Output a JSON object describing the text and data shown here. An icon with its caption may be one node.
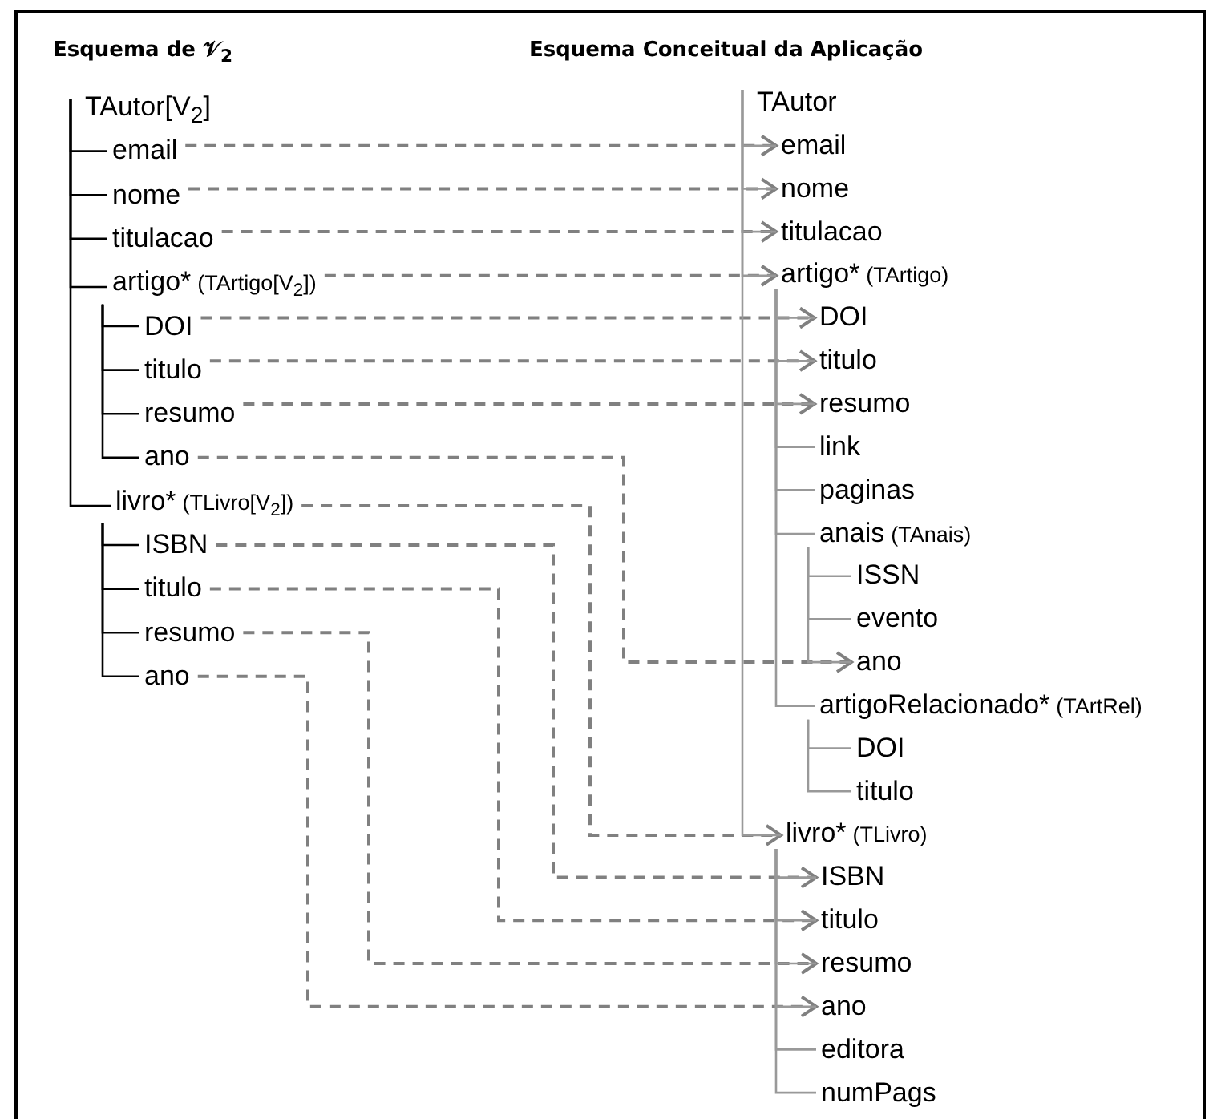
{
  "diagram": {
    "nodes": [
      {
        "text": [
          "TAutor[V$_{2}$]"
        ]
      },
      {
        "text": [
          "email"
        ]
      },
      {
        "text": [
          "nome"
        ]
      },
      {
        "text": [
          "titulacao"
        ]
      },
      {
        "text": [
          "artigo*",
          "(TArtigo[V$_{2}$])"
        ]
      },
      {
        "text": [
          "DOI"
        ]
      },
      {
        "text": [
          "titulo"
        ]
      },
      {
        "text": [
          "resumo"
        ]
      },
      {
        "text": [
          "ano"
        ]
      },
      {
        "text": [
          "livro*",
          "(TLivro[V$_{2}$])"
        ]
      },
      {
        "text": [
          "ISBN"
        ]
      },
      {
        "text": [
          "titulo"
        ]
      },
      {
        "text": [
          "resumo"
        ]
      },
      {
        "text": [
          "ano"
        ]
      },
      {
        "text": [
          "TAutor"
        ]
      },
      {
        "text": [
          "email"
        ]
      },
      {
        "text": [
          "nome"
        ]
      },
      {
        "text": [
          "titulacao"
        ]
      },
      {
        "text": [
          "artigo*",
          "(TArtigo)"
        ]
      },
      {
        "text": [
          "DOI"
        ]
      },
      {
        "text": [
          "titulo"
        ]
      },
      {
        "text": [
          "resumo"
        ]
      },
      {
        "text": [
          "link"
        ]
      },
      {
        "text": [
          "paginas"
        ]
      },
      {
        "text": [
          "anais",
          "(TAnais)"
        ]
      },
      {
        "text": [
          "ISSN"
        ]
      },
      {
        "text": [
          "evento"
        ]
      },
      {
        "text": [
          "ano"
        ]
      },
      {
        "text": [
          "artigoRelacionado*",
          "(TArtRel)"
        ]
      },
      {
        "text": [
          "DOI"
        ]
      },
      {
        "text": [
          "titulo"
        ]
      },
      {
        "text": [
          "livro*",
          "(TLivro)"
        ]
      },
      {
        "text": [
          "ISBN"
        ]
      },
      {
        "text": [
          "titulo"
        ]
      },
      {
        "text": [
          "resumo"
        ]
      },
      {
        "text": [
          "ano"
        ]
      },
      {
        "text": [
          "editora"
        ]
      },
      {
        "text": [
          "numPags"
        ]
      }
    ],
    "edges": [
      {
        "from": 1,
        "to": 15,
        "arrow": "to",
        "style": "dashed",
        "color": "#808080"
      },
      {
        "from": 2,
        "to": 16,
        "arrow": "to",
        "style": "dashed",
        "color": "#808080"
      },
      {
        "from": 3,
        "to": 17,
        "arrow": "to",
        "style": "dashed",
        "color": "#808080"
      },
      {
        "from": 4,
        "to": 18,
        "arrow": "to",
        "style": "dashed",
        "color": "#808080"
      },
      {
        "from": 5,
        "to": 19,
        "arrow": "to",
        "style": "dashed",
        "color": "#808080"
      },
      {
        "from": 6,
        "to": 20,
        "arrow": "to",
        "style": "dashed",
        "color": "#808080"
      },
      {
        "from": 7,
        "to": 21,
        "arrow": "to",
        "style": "dashed",
        "color": "#808080"
      },
      {
        "from": 8,
        "to": 27,
        "arrow": "to",
        "style": "dashed",
        "color": "#808080"
      },
      {
        "from": 9,
        "to": 31,
        "arrow": "to",
        "style": "dashed",
        "color": "#808080"
      },
      {
        "from": 10,
        "to": 32,
        "arrow": "to",
        "style": "dashed",
        "color": "#808080"
      },
      {
        "from": 11,
        "to": 33,
        "arrow": "to",
        "style": "dashed",
        "color": "#808080"
      },
      {
        "from": 12,
        "to": 34,
        "arrow": "to",
        "style": "dashed",
        "color": "#808080"
      },
      {
        "from": 13,
        "to": 35,
        "arrow": "to",
        "style": "dashed",
        "color": "#808080"
      },
      {
        "from": 0,
        "to": 1,
        "arrow": "none",
        "color": "#000000"
      },
      {
        "from": 0,
        "to": 2,
        "arrow": "none",
        "color": "#000000"
      },
      {
        "from": 0,
        "to": 3,
        "arrow": "none",
        "color": "#000000"
      },
      {
        "from": 0,
        "to": 4,
        "arrow": "none",
        "color": "#000000"
      },
      {
        "from": 4,
        "to": 5,
        "arrow": "none",
        "color": "#000000"
      },
      {
        "from": 4,
        "to": 6,
        "arrow": "none",
        "color": "#000000"
      },
      {
        "from": 4,
        "to": 7,
        "arrow": "none",
        "color": "#000000"
      },
      {
        "from": 4,
        "to": 8,
        "arrow": "none",
        "color": "#000000"
      },
      {
        "from": 0,
        "to": 9,
        "arrow": "none",
        "color": "#000000"
      },
      {
        "from": 9,
        "to": 10,
        "arrow": "none",
        "color": "#000000"
      },
      {
        "from": 9,
        "to": 11,
        "arrow": "none",
        "color": "#000000"
      },
      {
        "from": 9,
        "to": 12,
        "arrow": "none",
        "color": "#000000"
      },
      {
        "from": 9,
        "to": 13,
        "arrow": "none",
        "color": "#000000"
      },
      {
        "from": 14,
        "to": 15,
        "arrow": "none"
      },
      {
        "from": 14,
        "to": 16,
        "arrow": "none"
      },
      {
        "from": 14,
        "to": 17,
        "arrow": "none"
      },
      {
        "from": 14,
        "to": 18,
        "arrow": "none"
      },
      {
        "from": 18,
        "to": 19,
        "arrow": "none"
      },
      {
        "from": 18,
        "to": 20,
        "arrow": "none"
      },
      {
        "from": 18,
        "to": 21,
        "arrow": "none"
      },
      {
        "from": 18,
        "to": 22,
        "arrow": "none"
      },
      {
        "from": 18,
        "to": 23,
        "arrow": "none"
      },
      {
        "from": 18,
        "to": 24,
        "arrow": "none"
      },
      {
        "from": 24,
        "to": 25,
        "arrow": "none"
      },
      {
        "from": 24,
        "to": 26,
        "arrow": "none"
      },
      {
        "from": 24,
        "to": 27,
        "arrow": "none"
      },
      {
        "from": 18,
        "to": 28,
        "arrow": "none"
      },
      {
        "from": 28,
        "to": 29,
        "arrow": "none"
      },
      {
        "from": 28,
        "to": 30,
        "arrow": "none"
      },
      {
        "from": 14,
        "to": 31,
        "arrow": "none"
      },
      {
        "from": 31,
        "to": 32,
        "arrow": "none"
      },
      {
        "from": 31,
        "to": 33,
        "arrow": "none"
      },
      {
        "from": 31,
        "to": 34,
        "arrow": "none"
      },
      {
        "from": 31,
        "to": 35,
        "arrow": "none"
      },
      {
        "from": 31,
        "to": 36,
        "arrow": "none"
      },
      {
        "from": 31,
        "to": 37,
        "arrow": "none"
      }
    ],
    "labels": [
      "Esquema de 𝒱$_{2}$",
      "Esquema Conceitual da Aplicação"
    ]
  }
}
